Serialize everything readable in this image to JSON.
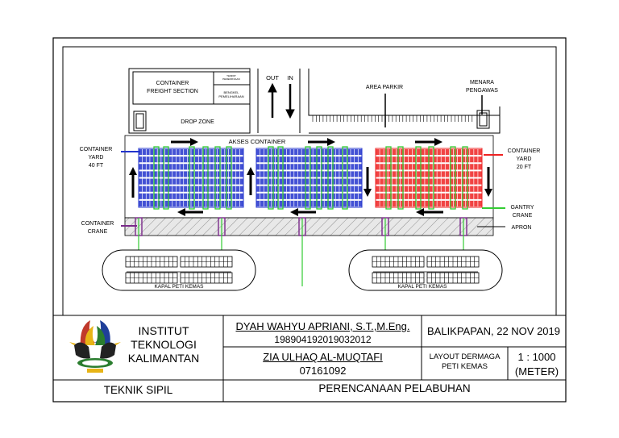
{
  "drawing": {
    "container_freight_section": [
      "CONTAINER",
      "FREIGHT SECTION"
    ],
    "tempat_pemeriksaan": [
      "TEMPAT",
      "PEMERIKSAAN"
    ],
    "bengkel_pemeliharaan": [
      "BENGKEL",
      "PEMELIHARAAN"
    ],
    "drop_zone": "DROP ZONE",
    "out": "OUT",
    "in": "IN",
    "area_parkir": "AREA PARKIR",
    "menara_pengawas": [
      "MENARA",
      "PENGAWAS"
    ],
    "akses_container": "AKSES CONTAINER",
    "container_yard_40": [
      "CONTAINER",
      "YARD",
      "40 FT"
    ],
    "container_yard_20": [
      "CONTAINER",
      "YARD",
      "20 FT"
    ],
    "gantry_crane": [
      "GANTRY",
      "CRANE"
    ],
    "container_crane": [
      "CONTAINER",
      "CRANE"
    ],
    "apron": "APRON",
    "kapal_left": "KAPAL PETI KEMAS",
    "kapal_right": "KAPAL PETI KEMAS"
  },
  "colors": {
    "blue_yard": "#2233cc",
    "red_yard": "#ee2222",
    "gantry_green": "#33cc33",
    "crane_purple": "#7a2a8a",
    "line_black": "#000000"
  },
  "title_block": {
    "institution": [
      "INSTITUT",
      "TEKNOLOGI",
      "KALIMANTAN"
    ],
    "logo_icon": "itk-logo-icon",
    "supervisor_name": "DYAH WAHYU APRIANI, S.T.,M.Eng.",
    "supervisor_nip": "198904192019032012",
    "student_name": "ZIA ULHAQ AL-MUQTAFI",
    "student_nim": "07161092",
    "place_date": "BALIKPAPAN, 22 NOV 2019",
    "drawing_title": [
      "LAYOUT  DERMAGA",
      "PETI KEMAS"
    ],
    "scale": "1 : 1000",
    "unit": "(METER)",
    "department": "TEKNIK SIPIL",
    "course": "PERENCANAAN PELABUHAN"
  }
}
